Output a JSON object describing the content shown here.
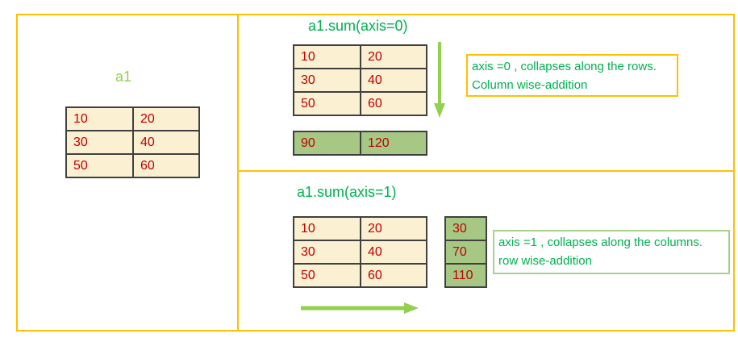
{
  "diagram_title": "numpy sum along axes illustration",
  "colors": {
    "frame_border": "#FFC000",
    "table_border": "#404040",
    "cell_fill_cream": "#FBF0D1",
    "cell_fill_green": "#A6C884",
    "number_text": "#C00000",
    "green_text": "#00B050",
    "light_green_accent": "#92D050",
    "annotation1_border": "#FFC000",
    "annotation2_border": "#A9D18E"
  },
  "left_panel": {
    "label": "a1",
    "table": {
      "rows": [
        [
          "10",
          "20"
        ],
        [
          "30",
          "40"
        ],
        [
          "50",
          "60"
        ]
      ]
    }
  },
  "axis0_section": {
    "title": "a1.sum(axis=0)",
    "table": {
      "rows": [
        [
          "10",
          "20"
        ],
        [
          "30",
          "40"
        ],
        [
          "50",
          "60"
        ]
      ]
    },
    "result_row": [
      "90",
      "120"
    ],
    "arrow_icon": "down-arrow",
    "annotation": {
      "line1": "axis =0 , collapses along the rows.",
      "line2": "Column wise-addition"
    }
  },
  "axis1_section": {
    "title": "a1.sum(axis=1)",
    "table": {
      "rows": [
        [
          "10",
          "20"
        ],
        [
          "30",
          "40"
        ],
        [
          "50",
          "60"
        ]
      ]
    },
    "result_column": [
      "30",
      "70",
      "110"
    ],
    "arrow_icon": "right-arrow",
    "annotation": {
      "line1": "axis =1 , collapses along the columns.",
      "line2": "row wise-addition"
    }
  }
}
